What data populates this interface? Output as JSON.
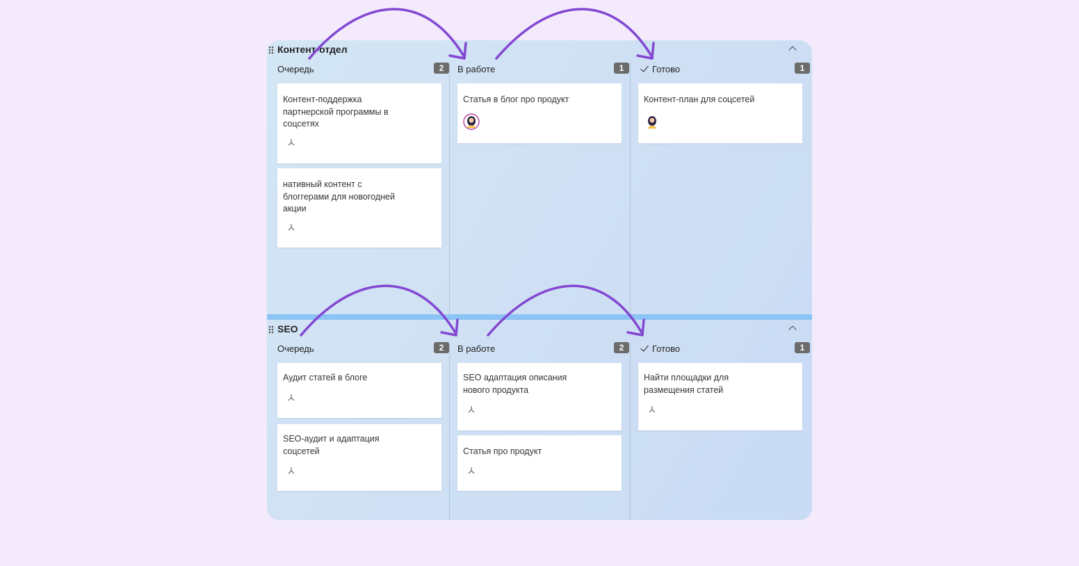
{
  "groups": [
    {
      "title": "Контент-отдел",
      "columns": [
        {
          "title": "Очередь",
          "count": "2",
          "cards": [
            {
              "title": "Контент-поддержка партнерской программы в соцсетях"
            },
            {
              "title": "нативный контент с блоггерами для новогодней акции"
            }
          ]
        },
        {
          "title": "В работе",
          "count": "1",
          "cards": [
            {
              "title": "Статья в блог про продукт"
            }
          ]
        },
        {
          "title": "Готово",
          "count": "1",
          "cards": [
            {
              "title": "Контент-план для соцсетей"
            }
          ]
        }
      ]
    },
    {
      "title": "SEO",
      "columns": [
        {
          "title": "Очередь",
          "count": "2",
          "cards": [
            {
              "title": "Аудит статей в блоге"
            },
            {
              "title": "SEO-аудит и адаптация соцсетей"
            }
          ]
        },
        {
          "title": "В работе",
          "count": "2",
          "cards": [
            {
              "title": "SEO адаптация описания нового продукта"
            },
            {
              "title": "Статья про продукт"
            }
          ]
        },
        {
          "title": "Готово",
          "count": "1",
          "cards": [
            {
              "title": "Найти площадки для размещения статей"
            }
          ]
        }
      ]
    }
  ],
  "colors": {
    "page_background": "#f3eafc",
    "board_background": "#d0e3f4",
    "arrow": "#8347d2",
    "badge": "#6b6b6b",
    "group_divider": "#8cc3f5"
  }
}
